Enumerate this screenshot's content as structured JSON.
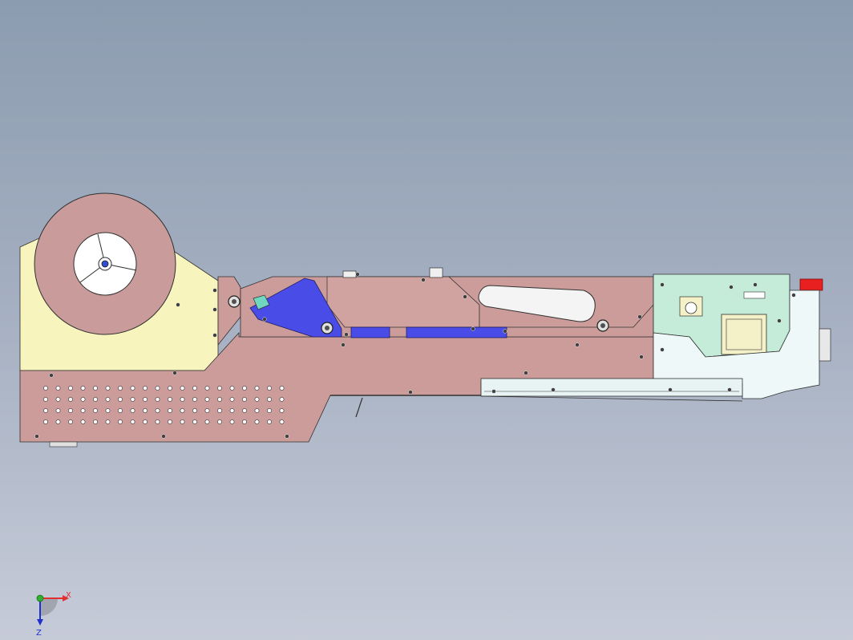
{
  "viewport": {
    "view": "front"
  },
  "triad": {
    "x_label": "X",
    "z_label": "Z",
    "x_color": "#e03030",
    "z_color": "#2030d0",
    "y_color": "#30b030"
  },
  "colors": {
    "reel": "#c99b9b",
    "reel_hub": "#ffffff",
    "bracket": "#f8f4be",
    "body_plate": "#cc9c9a",
    "blue_parts": "#4a4ce8",
    "slide_rail": "#e8f4f4",
    "control_board": "#c4ecd8",
    "red_tab": "#e82020",
    "outline": "#303030"
  }
}
